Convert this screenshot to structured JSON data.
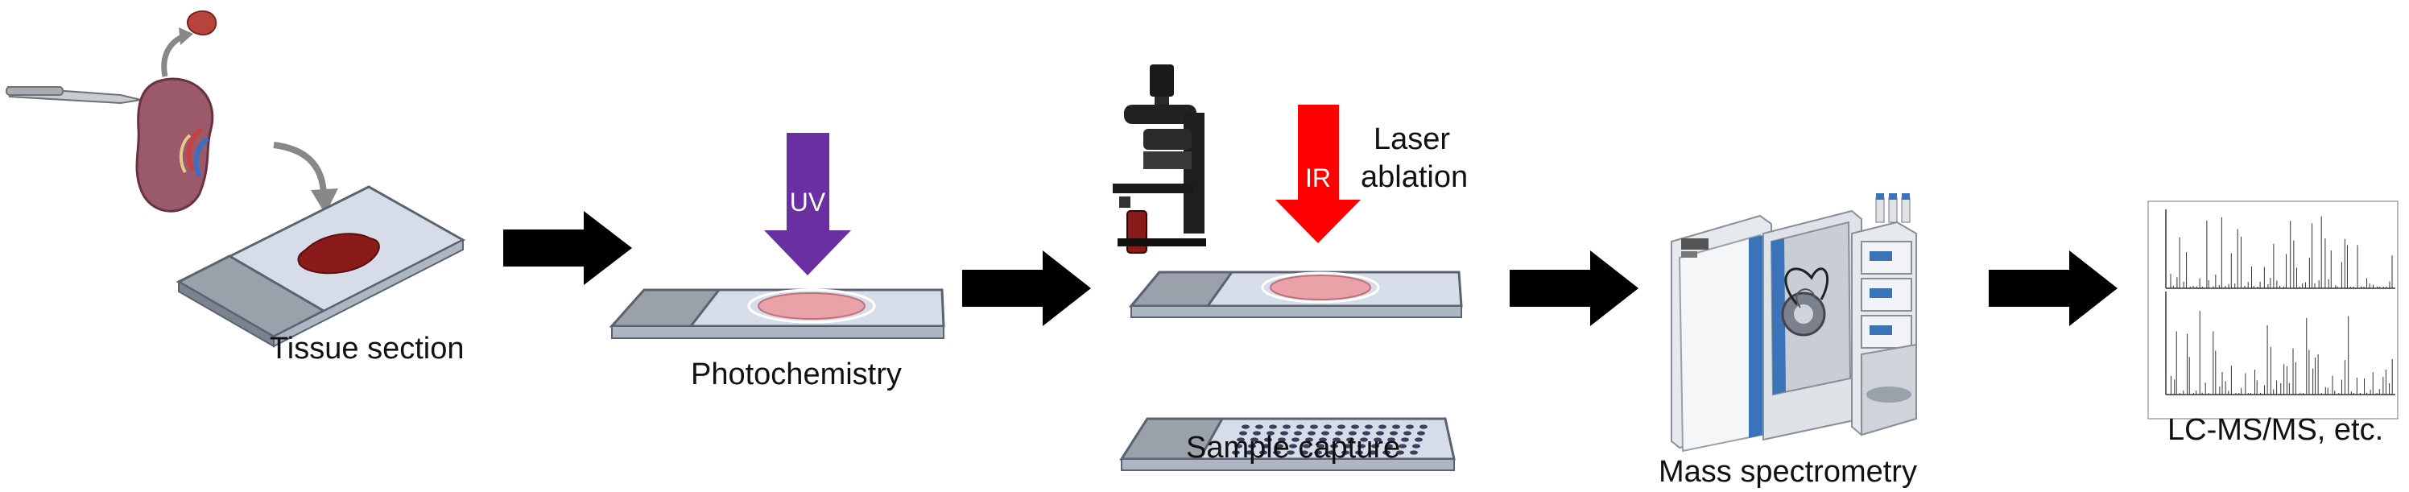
{
  "labels": {
    "tissue_section": "Tissue section",
    "photochemistry": "Photochemistry",
    "laser_ablation_line1": "Laser",
    "laser_ablation_line2": "ablation",
    "sample_capture": "Sample capture",
    "mass_spectrometry": "Mass spectrometry",
    "lcmsms": "LC-MS/MS, etc."
  },
  "arrows": {
    "uv": "UV",
    "ir": "IR"
  },
  "colors": {
    "uv_arrow": "#6a2fa0",
    "ir_arrow": "#ff0000",
    "flow_arrow": "#000000",
    "slide_glass": "#d7dde8",
    "slide_frost": "#9aa1ab",
    "tissue_red": "#8b1a1a",
    "section_pink": "#e9a3a8",
    "kidney": "#9a5a6a",
    "ms_blue": "#3b73b9"
  }
}
